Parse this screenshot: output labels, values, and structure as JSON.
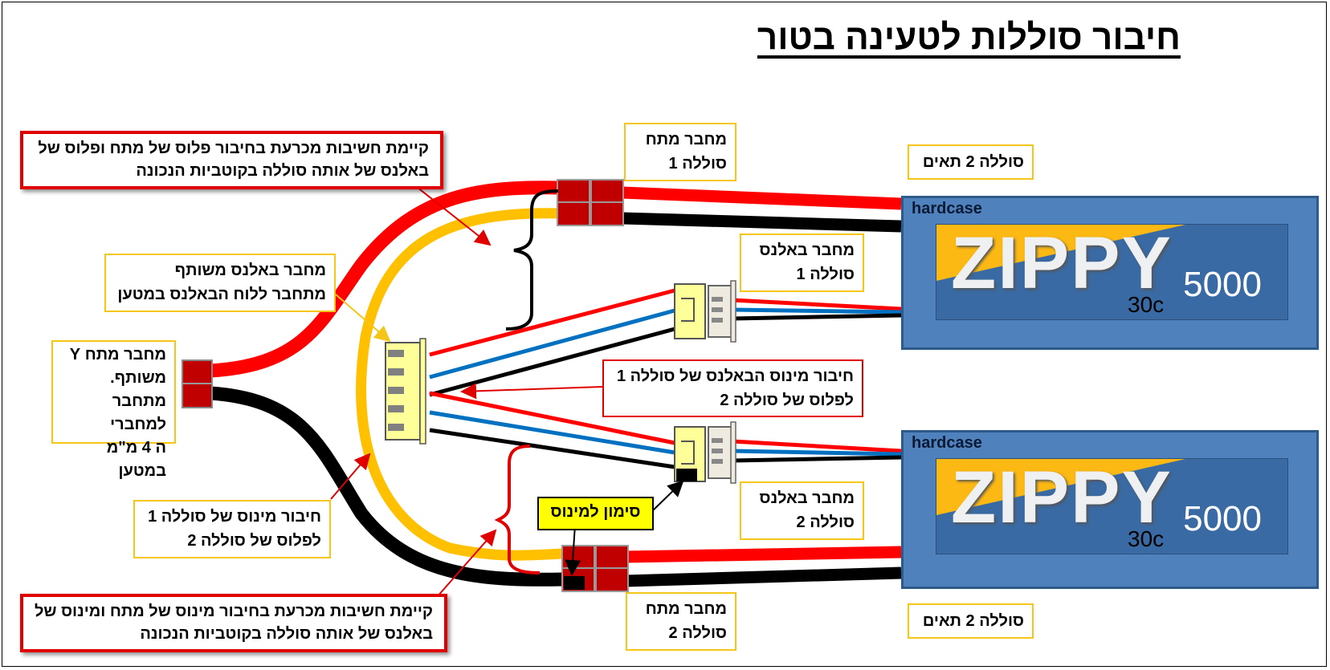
{
  "title": "חיבור סוללות לטעינה בטור",
  "battery_top": {
    "brand_tag": "hardcase",
    "logo": "ZIPPY",
    "capacity": "5000",
    "rating": "30c"
  },
  "battery_bottom": {
    "brand_tag": "hardcase",
    "logo": "ZIPPY",
    "capacity": "5000",
    "rating": "30c"
  },
  "labels": {
    "top_warning": [
      "קיימת חשיבות מכרעת בחיבור פלוס של מתח ופלוס של",
      "באלנס של אותה סוללה בקוטביות הנכונה"
    ],
    "power_conn_1": [
      "מחבר מתח",
      "סוללה 1"
    ],
    "battery_top_cells": "סוללה 2 תאים",
    "shared_balance": [
      "מחבר  באלנס משותף",
      "מתחבר ללוח הבאלנס במטען"
    ],
    "balance_conn_1": [
      "מחבר באלנס",
      "סוללה 1"
    ],
    "y_conn": [
      "מחבר מתח Y",
      "משותף.",
      "מתחבר למחברי",
      "ה 4 מ\"מ במטען"
    ],
    "balance_series": [
      "חיבור מינוס הבאלנס של סוללה 1",
      "לפלוס של סוללה 2"
    ],
    "balance_conn_2": [
      "מחבר באלנס",
      "סוללה 2"
    ],
    "power_series": [
      "חיבור מינוס של סוללה 1",
      "לפלוס של סוללה 2"
    ],
    "minus_mark": "סימון למינוס",
    "bottom_warning": [
      "קיימת חשיבות מכרעת בחיבור מינוס של מתח ומינוס של",
      "באלנס של אותה סוללה בקוטביות הנכונה"
    ],
    "power_conn_2": [
      "מחבר מתח",
      "סוללה 2"
    ],
    "battery_bottom_cells": "סוללה 2 תאים"
  },
  "colors": {
    "wire_red": "#ff0000",
    "wire_black": "#000000",
    "wire_yellow": "#ffc000",
    "wire_blue": "#0070c0",
    "connector_red": "#c00000",
    "battery_blue": "#4f81bd",
    "label_border": "#f5c518",
    "warning_border": "#e00000",
    "minus_mark": "#ffff00"
  }
}
